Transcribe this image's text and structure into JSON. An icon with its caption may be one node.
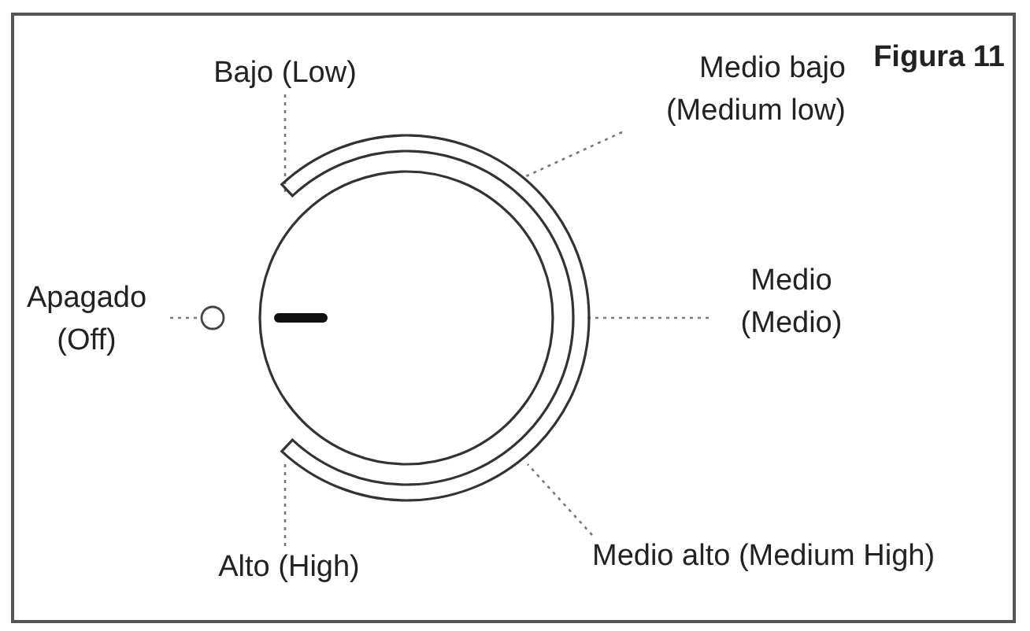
{
  "diagram": {
    "title": "Figura 11",
    "nodes": [
      {
        "text": [
          "Bajo (Low)"
        ]
      },
      {
        "text": [
          "Medio bajo (Medium low)"
        ]
      },
      {
        "text": [
          "Apagado (Off)"
        ]
      },
      {
        "text": [],
        "shape": "circle"
      },
      {
        "text": [
          "Medio (Medio)"
        ]
      },
      {
        "text": [
          "Alto (High)"
        ]
      },
      {
        "text": [
          "Medio alto (Medium High)"
        ]
      }
    ],
    "edges": [
      {
        "from": 0,
        "to": null,
        "arrow": "none",
        "style": "dashed"
      },
      {
        "from": 1,
        "to": null,
        "arrow": "none",
        "style": "dashed"
      },
      {
        "from": 2,
        "to": 3,
        "arrow": "none",
        "style": "dashed"
      },
      {
        "from": 4,
        "to": null,
        "arrow": "none",
        "style": "dashed"
      },
      {
        "from": 5,
        "to": null,
        "arrow": "none",
        "style": "dashed"
      },
      {
        "from": 6,
        "to": null,
        "arrow": "none",
        "style": "dashed"
      }
    ]
  }
}
